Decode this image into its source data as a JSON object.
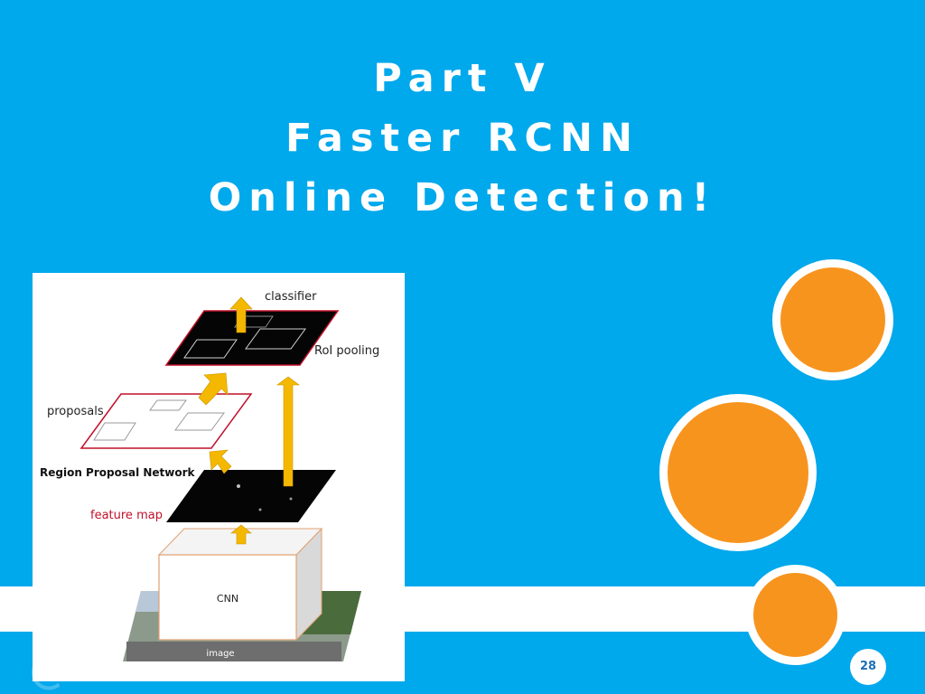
{
  "slide": {
    "title_lines": [
      "Part V",
      "Faster RCNN",
      "Online Detection!"
    ],
    "page_number": "28"
  },
  "figure": {
    "labels": {
      "classifier": "classifier",
      "roi_pooling": "RoI pooling",
      "proposals": "proposals",
      "rpn": "Region Proposal Network",
      "feature_map": "feature map",
      "cnn": "CNN",
      "image": "image"
    }
  },
  "colors": {
    "background": "#00a8ec",
    "accent_orange": "#f7941e",
    "arrow_yellow": "#f5b800",
    "proposal_outline": "#c0102a",
    "feature_map_text": "#c0102a"
  },
  "icons": [
    "slide-decoration-circle"
  ]
}
